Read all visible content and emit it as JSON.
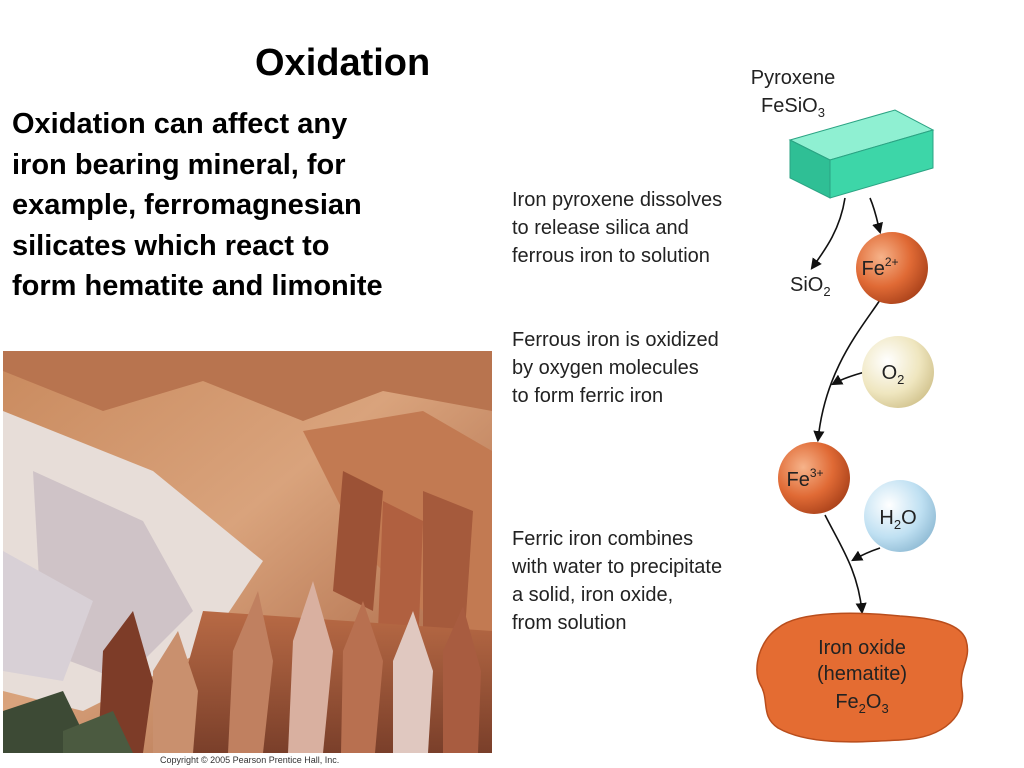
{
  "slide": {
    "title": "Oxidation",
    "body_lines": [
      "Oxidation can affect any",
      "iron bearing mineral, for",
      "example, ferromagnesian",
      "silicates which react to",
      "form hematite and limonite"
    ]
  },
  "photo": {
    "copyright": "Copyright © 2005 Pearson Prentice Hall, Inc."
  },
  "diagram": {
    "mineral": {
      "name": "Pyroxene",
      "formula_base": "FeSiO",
      "formula_sub": "3"
    },
    "steps": [
      {
        "lines": [
          "Iron pyroxene dissolves",
          "to release silica and",
          "ferrous iron to solution"
        ]
      },
      {
        "lines": [
          "Ferrous iron is oxidized",
          "by oxygen molecules",
          "to form ferric iron"
        ]
      },
      {
        "lines": [
          "Ferric iron combines",
          "with water to precipitate",
          "a solid, iron oxide,",
          "from solution"
        ]
      }
    ],
    "species": {
      "silica": {
        "base": "SiO",
        "sub": "2"
      },
      "ferrous": {
        "base": "Fe",
        "sup": "2+"
      },
      "oxygen": {
        "base": "O",
        "sub": "2"
      },
      "ferric": {
        "base": "Fe",
        "sup": "3+"
      },
      "water": {
        "base": "H",
        "sub": "2",
        "tail": "O"
      }
    },
    "product": {
      "line1": "Iron oxide",
      "line2": "(hematite)",
      "formula_a": "Fe",
      "sub_a": "2",
      "formula_b": "O",
      "sub_b": "3"
    },
    "colors": {
      "crystal": "#3dd6a8",
      "iron_ball": "#e06a35",
      "oxygen_ball": "#efe6bf",
      "water_ball": "#bfe0f2",
      "product": "#e46c32"
    }
  }
}
